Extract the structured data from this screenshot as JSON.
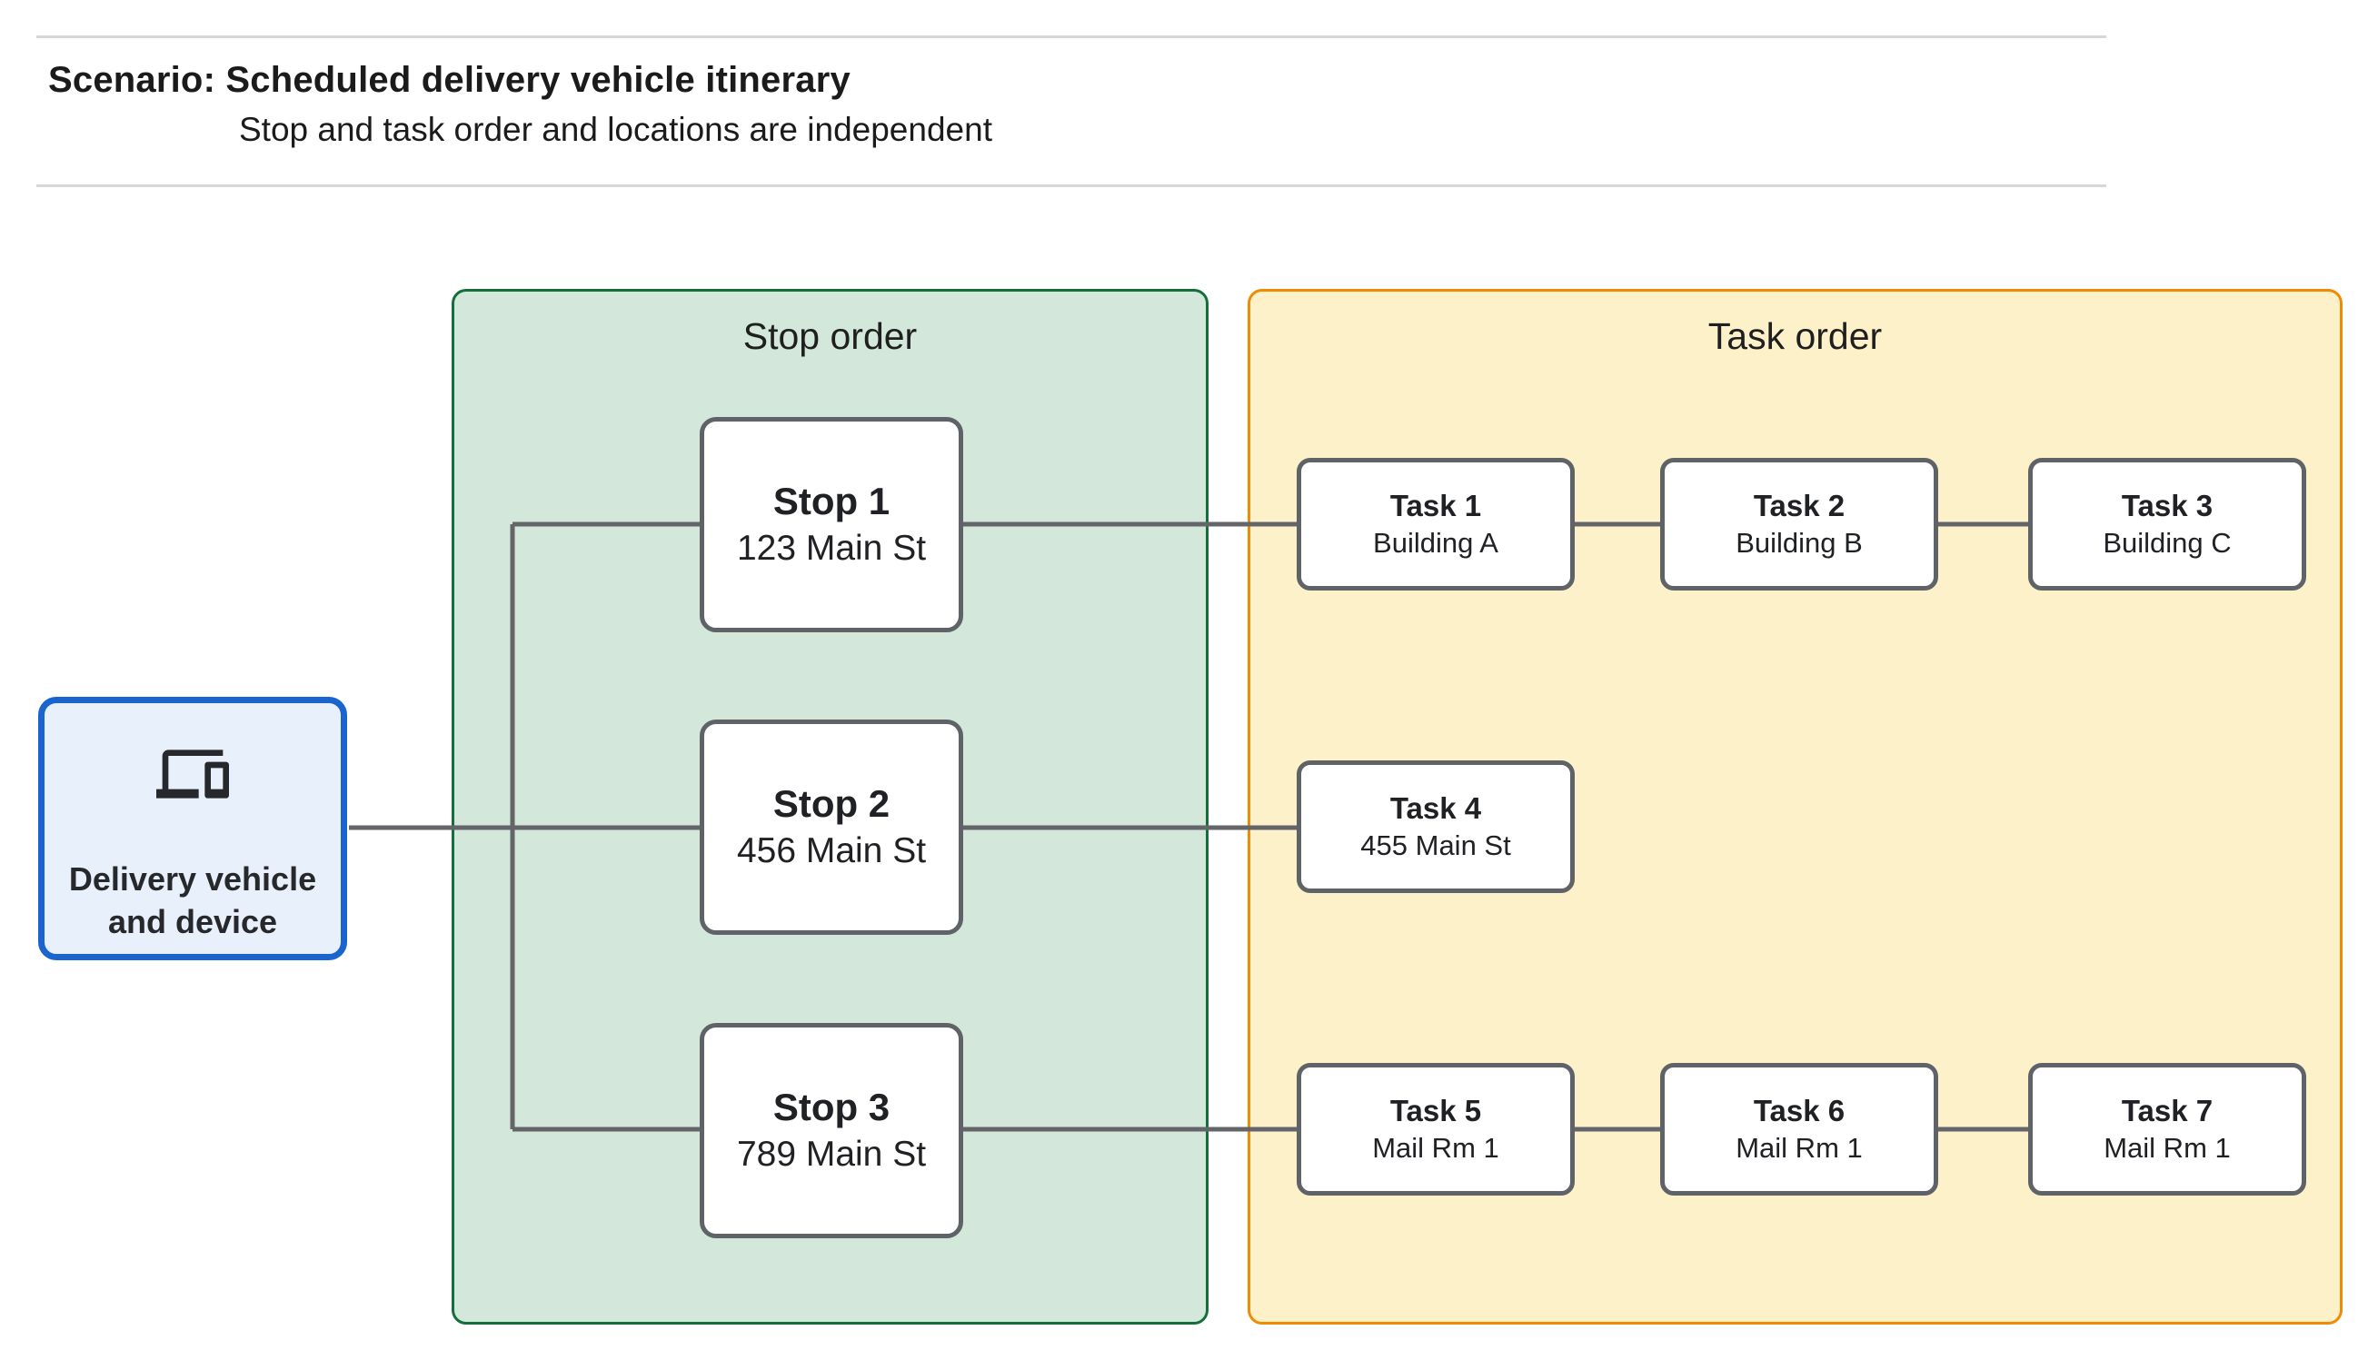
{
  "header": {
    "title": "Scenario: Scheduled delivery vehicle itinerary",
    "subtitle": "Stop and task order and locations are independent"
  },
  "vehicle": {
    "label": "Delivery vehicle and device",
    "icon": "devices-icon"
  },
  "panels": {
    "stop": {
      "title": "Stop order",
      "fill": "#d3e8da",
      "border": "#14703a"
    },
    "task": {
      "title": "Task order",
      "fill": "#fdf1ca",
      "border": "#f08b05"
    }
  },
  "stops": [
    {
      "title": "Stop 1",
      "subtitle": "123 Main St"
    },
    {
      "title": "Stop 2",
      "subtitle": "456 Main St"
    },
    {
      "title": "Stop 3",
      "subtitle": "789 Main St"
    }
  ],
  "tasks": [
    {
      "title": "Task 1",
      "subtitle": "Building A"
    },
    {
      "title": "Task 2",
      "subtitle": "Building B"
    },
    {
      "title": "Task 3",
      "subtitle": "Building C"
    },
    {
      "title": "Task 4",
      "subtitle": "455 Main St"
    },
    {
      "title": "Task 5",
      "subtitle": "Mail Rm 1"
    },
    {
      "title": "Task 6",
      "subtitle": "Mail Rm 1"
    },
    {
      "title": "Task 7",
      "subtitle": "Mail Rm 1"
    }
  ],
  "colors": {
    "vehicle_fill": "#e8f0fc",
    "vehicle_border": "#1a64cf",
    "node_border": "#5f6368",
    "wire": "#636569",
    "rule": "#d7d7d7",
    "text": "#202124"
  }
}
